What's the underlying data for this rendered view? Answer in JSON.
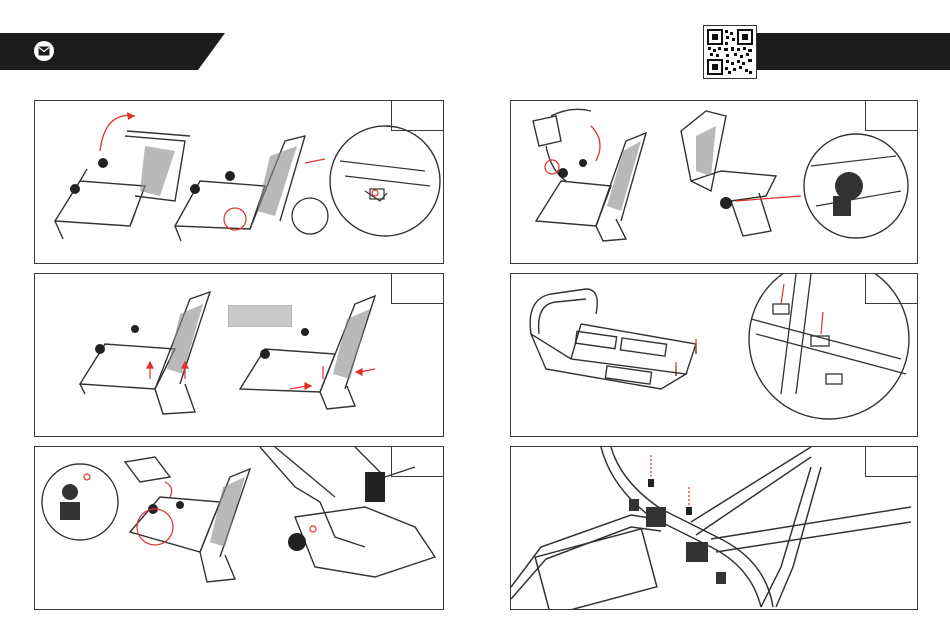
{
  "header": {
    "left_banner_icon": "envelope-icon",
    "right_banner_qr": "qr-code",
    "colors": {
      "banner": "#1c1c1c",
      "line": "#3a3a3a",
      "accent_red": "#e0312b",
      "mesh": "#8a8a8a"
    }
  },
  "panels": [
    {
      "id": "step-1",
      "step_label": ""
    },
    {
      "id": "step-2",
      "step_label": ""
    },
    {
      "id": "step-3",
      "step_label": ""
    },
    {
      "id": "step-4",
      "step_label": ""
    },
    {
      "id": "step-5",
      "step_label": ""
    },
    {
      "id": "step-6",
      "step_label": ""
    }
  ]
}
